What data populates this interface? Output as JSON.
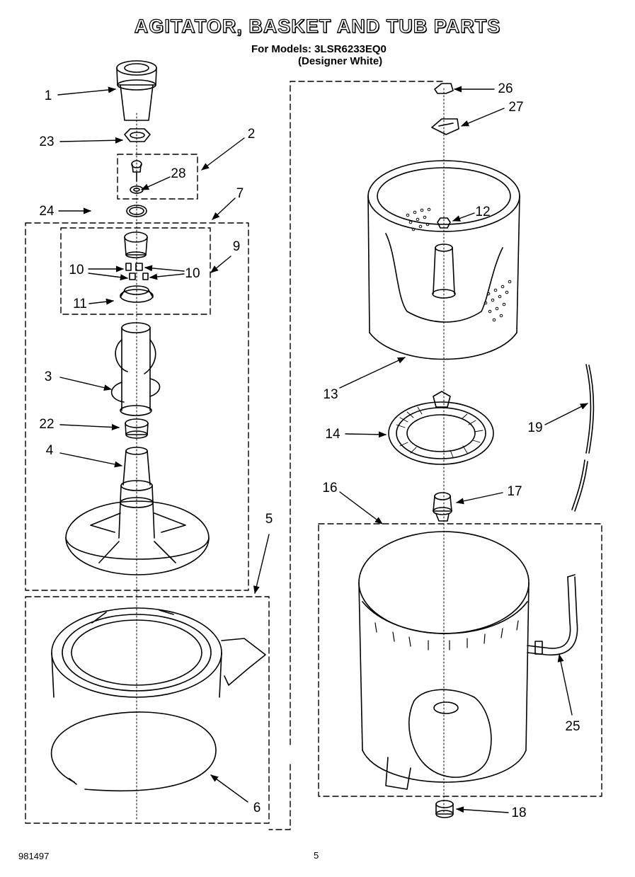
{
  "header": {
    "title": "AGITATOR, BASKET AND TUB PARTS",
    "models_line": "For Models: 3LSR6233EQ0",
    "designer_line": "(Designer White)"
  },
  "callouts": [
    {
      "id": "1",
      "label": "1"
    },
    {
      "id": "23",
      "label": "23"
    },
    {
      "id": "2",
      "label": "2"
    },
    {
      "id": "28",
      "label": "28"
    },
    {
      "id": "24",
      "label": "24"
    },
    {
      "id": "7",
      "label": "7"
    },
    {
      "id": "9",
      "label": "9"
    },
    {
      "id": "10a",
      "label": "10"
    },
    {
      "id": "10b",
      "label": "10"
    },
    {
      "id": "11",
      "label": "11"
    },
    {
      "id": "3",
      "label": "3"
    },
    {
      "id": "22",
      "label": "22"
    },
    {
      "id": "4",
      "label": "4"
    },
    {
      "id": "5",
      "label": "5"
    },
    {
      "id": "6",
      "label": "6"
    },
    {
      "id": "26",
      "label": "26"
    },
    {
      "id": "27",
      "label": "27"
    },
    {
      "id": "12",
      "label": "12"
    },
    {
      "id": "13",
      "label": "13"
    },
    {
      "id": "14",
      "label": "14"
    },
    {
      "id": "19",
      "label": "19"
    },
    {
      "id": "16",
      "label": "16"
    },
    {
      "id": "17",
      "label": "17"
    },
    {
      "id": "25",
      "label": "25"
    },
    {
      "id": "18",
      "label": "18"
    }
  ],
  "footer": {
    "code": "981497",
    "page": "5"
  }
}
